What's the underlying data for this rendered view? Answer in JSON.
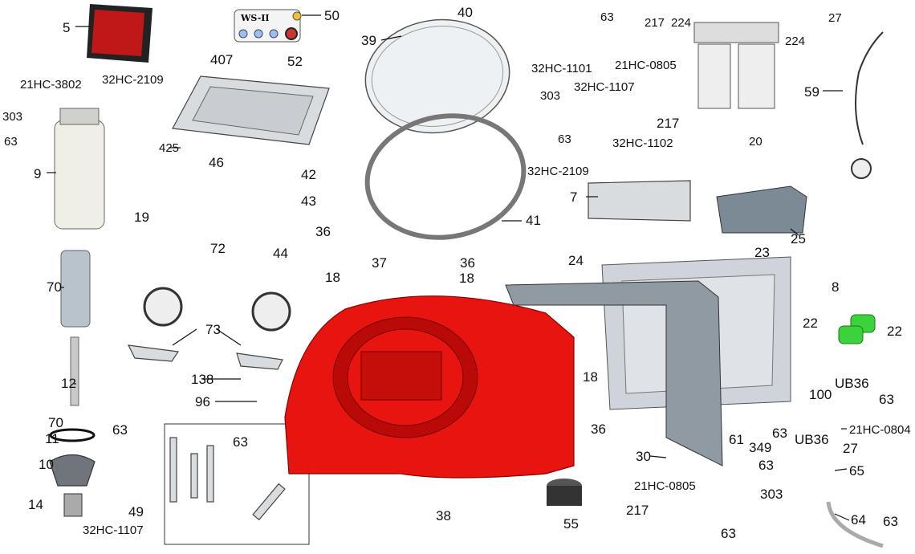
{
  "diagram": {
    "panel_title": "WS-II",
    "colors": {
      "housing": "#e8140f",
      "parts": "#d9dcdf",
      "indicator": "#3cd23c"
    },
    "labels": [
      "5",
      "50",
      "40",
      "39",
      "63",
      "217",
      "224",
      "21HC-0805",
      "224",
      "27",
      "407",
      "52",
      "21HC-3802",
      "32HC-2109",
      "303",
      "63",
      "9",
      "425",
      "46",
      "42",
      "19",
      "43",
      "72",
      "44",
      "36",
      "18",
      "32HC-1101",
      "32HC-1107",
      "303",
      "217",
      "63",
      "32HC-1102",
      "20",
      "59",
      "32HC-2109",
      "7",
      "25",
      "41",
      "37",
      "36",
      "18",
      "24",
      "23",
      "8",
      "22",
      "22",
      "73",
      "70",
      "12",
      "138",
      "96",
      "70",
      "11",
      "10",
      "63",
      "63",
      "49",
      "14",
      "32HC-1107",
      "38",
      "55",
      "30",
      "61",
      "349",
      "63",
      "100",
      "UB36",
      "63",
      "UB36",
      "21HC-0804",
      "27",
      "65",
      "64",
      "63",
      "21HC-0805",
      "217",
      "303",
      "63",
      "63",
      "18",
      "36"
    ]
  }
}
